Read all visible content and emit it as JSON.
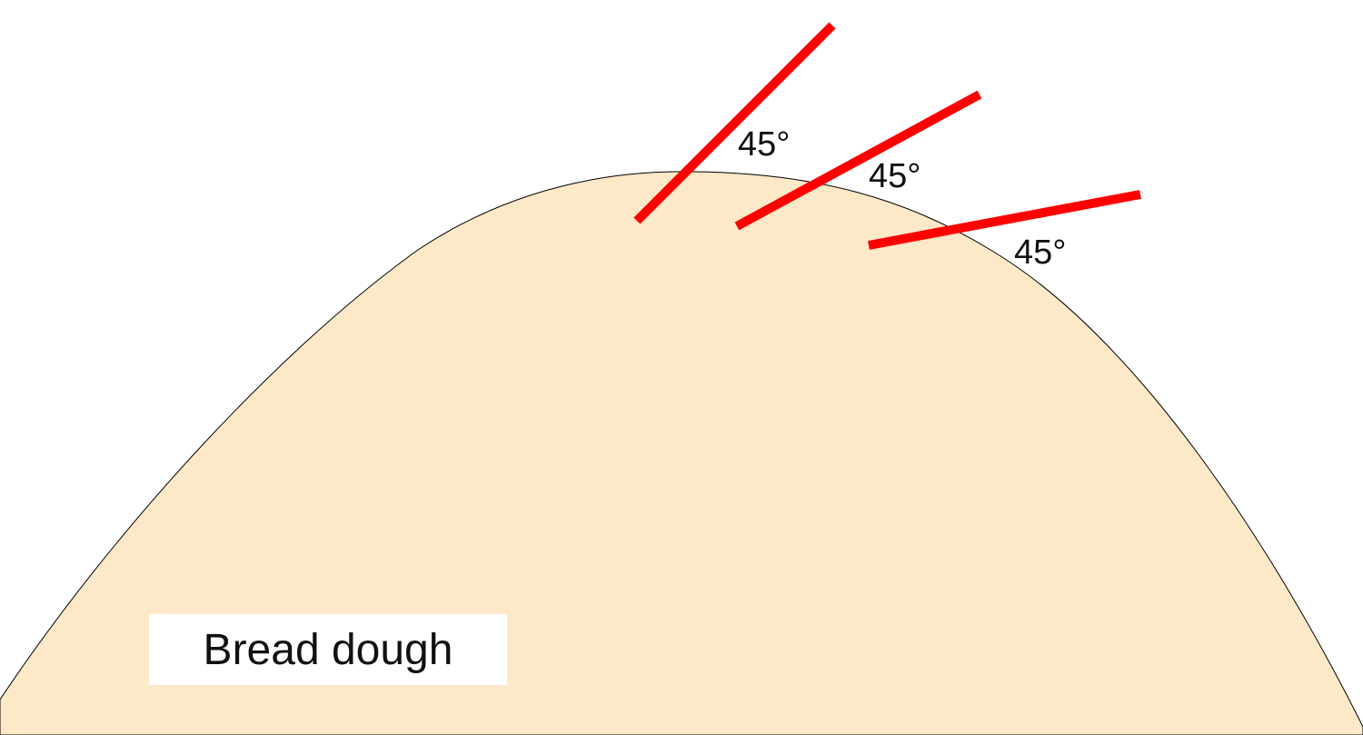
{
  "diagram": {
    "colors": {
      "background": "#ffffff",
      "dough_fill": "#fde8c8",
      "dough_outline": "#000000",
      "cut_lines": "#ff0000",
      "label_box": "#ffffff",
      "text": "#111111"
    },
    "cuts": [
      {
        "angle_label": "45°"
      },
      {
        "angle_label": "45°"
      },
      {
        "angle_label": "45°"
      }
    ],
    "dough_label": "Bread dough"
  }
}
